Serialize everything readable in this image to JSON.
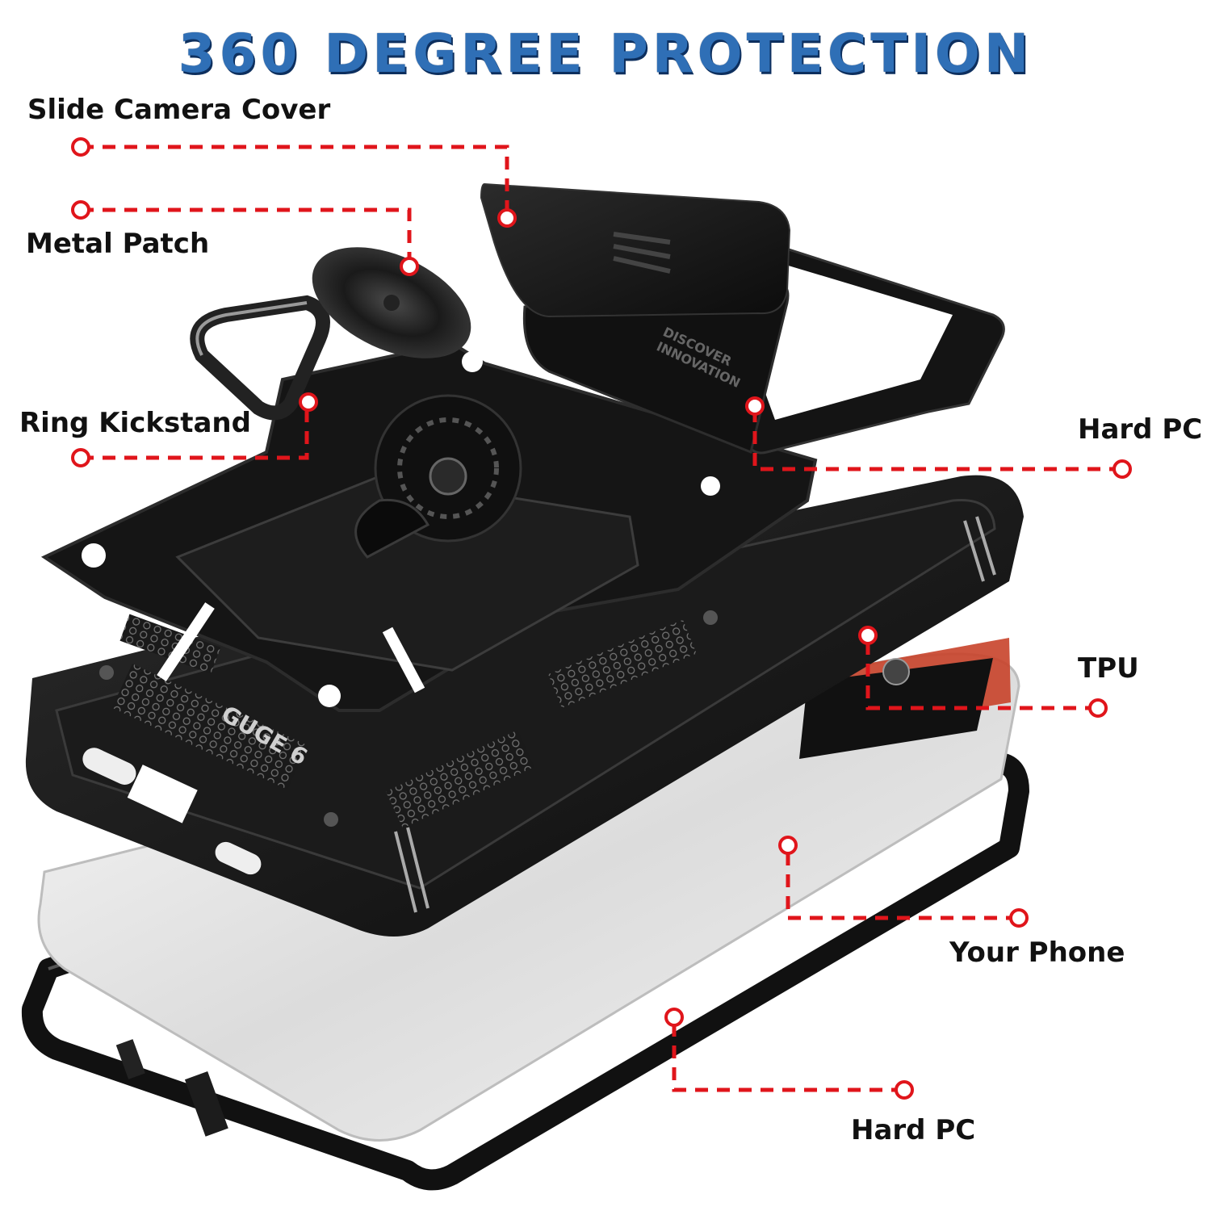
{
  "headline": "360 DEGREE PROTECTION",
  "callouts": {
    "slide_camera_cover": "Slide Camera Cover",
    "metal_patch": "Metal Patch",
    "ring_kickstand": "Ring Kickstand",
    "hard_pc_top": "Hard PC",
    "tpu": "TPU",
    "your_phone": "Your Phone",
    "hard_pc_bottom": "Hard PC"
  },
  "case_engraving": "GUGE 6",
  "slider_engraving": {
    "line1": "DISCOVER",
    "line2": "INNOVATION"
  },
  "colors": {
    "headline": "#2f6fb6",
    "callout_line": "#e0151b",
    "case_black": "#141414",
    "phone_white": "#e6e6e6",
    "phone_camera_orange": "#c8432a"
  }
}
